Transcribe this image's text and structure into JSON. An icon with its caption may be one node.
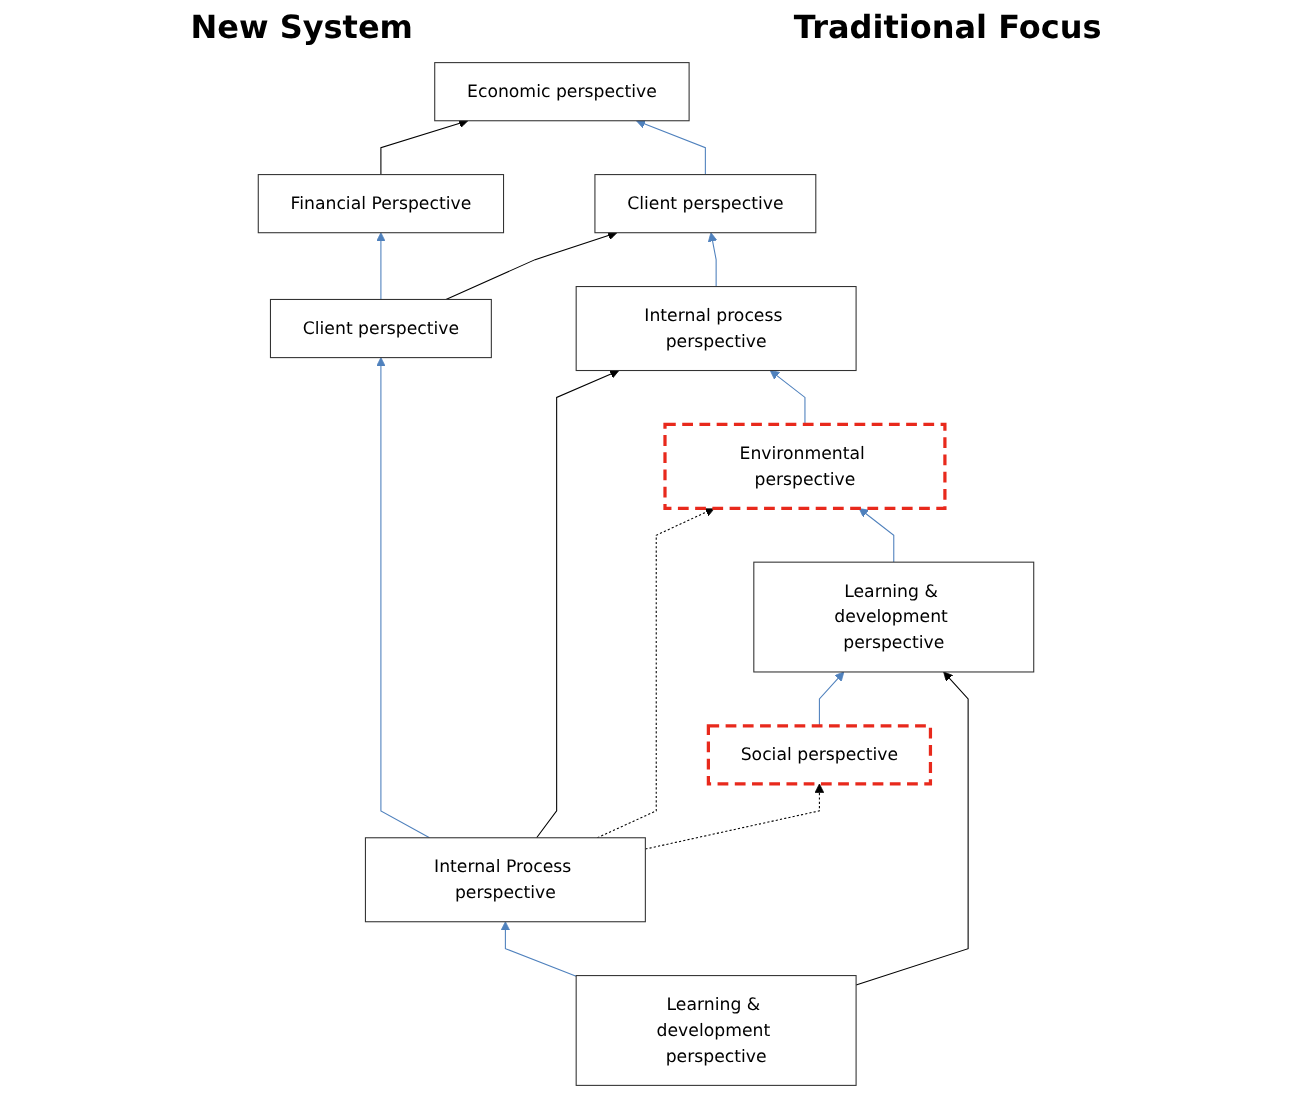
{
  "diagram": {
    "nodes": [
      {
        "text": [
          "Financial Perspective"
        ]
      },
      {
        "text": [
          "Client perspective"
        ]
      },
      {
        "text": [
          "Internal Process perspective"
        ]
      },
      {
        "text": [
          "Learning & development perspective"
        ]
      },
      {
        "text": [
          "Economic perspective"
        ]
      },
      {
        "text": [
          "Client perspective"
        ]
      },
      {
        "text": [
          "Internal process perspective"
        ]
      },
      {
        "text": [
          "Environmental perspective"
        ]
      },
      {
        "text": [
          "Learning & development perspective"
        ]
      },
      {
        "text": [
          "Social perspective"
        ]
      }
    ],
    "edges": [
      {
        "from": 1,
        "to": 0,
        "arrow": "to",
        "color": "#4f81bd"
      },
      {
        "from": 2,
        "to": 1,
        "arrow": "to",
        "color": "#4f81bd"
      },
      {
        "from": 3,
        "to": 2,
        "arrow": "to",
        "color": "#4f81bd"
      },
      {
        "from": 5,
        "to": 4,
        "arrow": "to",
        "color": "#4f81bd"
      },
      {
        "from": 6,
        "to": 5,
        "arrow": "to",
        "color": "#4f81bd"
      },
      {
        "from": 7,
        "to": 6,
        "arrow": "to",
        "color": "#4f81bd"
      },
      {
        "from": 8,
        "to": 7,
        "arrow": "to",
        "color": "#4f81bd"
      },
      {
        "from": 9,
        "to": 8,
        "arrow": "to",
        "color": "#4f81bd"
      },
      {
        "from": 0,
        "to": 4,
        "arrow": "to",
        "color": "#000000"
      },
      {
        "from": 1,
        "to": 5,
        "arrow": "to",
        "color": "#000000"
      },
      {
        "from": 2,
        "to": 6,
        "arrow": "to",
        "color": "#000000"
      },
      {
        "from": 2,
        "to": 7,
        "arrow": "to",
        "style": "dashed",
        "color": "#000000"
      },
      {
        "from": 3,
        "to": 8,
        "arrow": "to",
        "color": "#000000"
      },
      {
        "from": 2,
        "to": 9,
        "arrow": "to",
        "style": "dashed",
        "color": "#000000"
      }
    ],
    "labels": [
      "New System",
      "Traditional Focus"
    ]
  }
}
